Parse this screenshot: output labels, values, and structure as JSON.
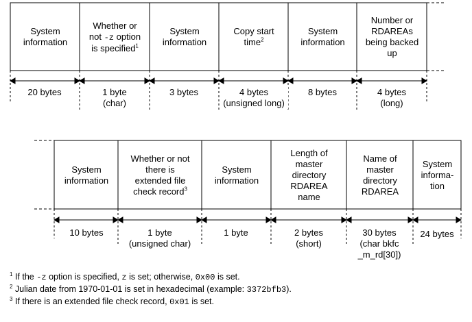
{
  "colors": {
    "line": "#000000",
    "background": "#ffffff"
  },
  "row1": {
    "cells": [
      {
        "label": "System\ninformation",
        "sup": "",
        "size": "20 bytes"
      },
      {
        "label_pre": "Whether or\nnot ",
        "label_code": "-z",
        "label_post": " option\nis specified",
        "sup": "1",
        "size": "1 byte\n(char)"
      },
      {
        "label": "System\ninformation",
        "sup": "",
        "size": "3 bytes"
      },
      {
        "label": "Copy start\ntime",
        "sup": "2",
        "size": "4 bytes\n(unsigned long)"
      },
      {
        "label": "System\ninformation",
        "sup": "",
        "size": "8 bytes"
      },
      {
        "label": "Number or\nRDAREAs\nbeing backed\nup",
        "sup": "",
        "size": "4 bytes\n(long)"
      }
    ]
  },
  "row2": {
    "cells": [
      {
        "label": "System\ninformation",
        "sup": "",
        "size": "10 bytes"
      },
      {
        "label": "Whether or not\nthere is\nextended file\ncheck record",
        "sup": "3",
        "size": "1 byte\n(unsigned char)"
      },
      {
        "label": "System\ninformation",
        "sup": "",
        "size": "1 byte"
      },
      {
        "label": "Length of\nmaster\ndirectory\nRDAREA\nname",
        "sup": "",
        "size": "2 bytes\n(short)"
      },
      {
        "label": "Name of\nmaster\ndirectory\nRDAREA",
        "sup": "",
        "size": "30 bytes\n(char bkfc\n_m_rd[30])"
      },
      {
        "label": "System\ninforma-\ntion",
        "sup": "",
        "size": "24 bytes"
      }
    ]
  },
  "footnotes": [
    {
      "num": "1",
      "t1": " If the ",
      "c1": "-z",
      "t2": " option is specified, ",
      "c2": "z",
      "t3": " is set; otherwise, ",
      "c3": "0x00",
      "t4": " is set."
    },
    {
      "num": "2",
      "t1": " Julian date from 1970-01-01 is set in hexadecimal (example: ",
      "c1": "3372bfb3",
      "t2": ")."
    },
    {
      "num": "3",
      "t1": " If there is an extended file check record, ",
      "c1": "0x01",
      "t2": " is set."
    }
  ]
}
